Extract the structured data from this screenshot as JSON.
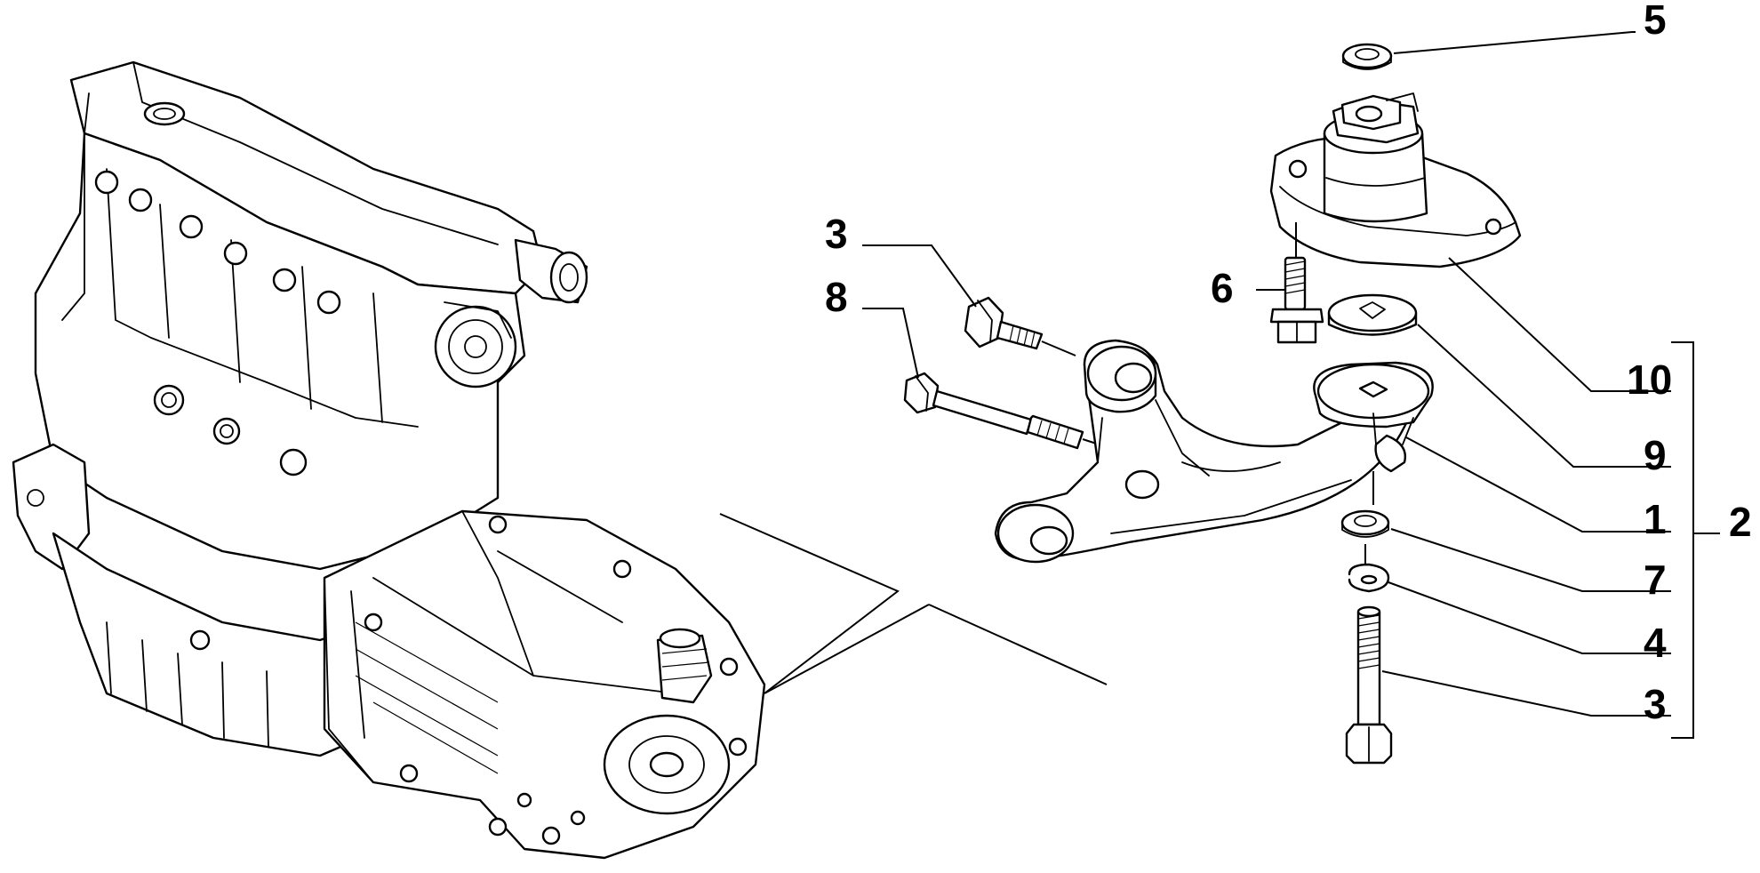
{
  "callouts": {
    "c5": "5",
    "c3_top": "3",
    "c8": "8",
    "c6": "6",
    "c10": "10",
    "c9": "9",
    "c1": "1",
    "c2": "2",
    "c7": "7",
    "c4": "4",
    "c3_bottom": "3"
  }
}
